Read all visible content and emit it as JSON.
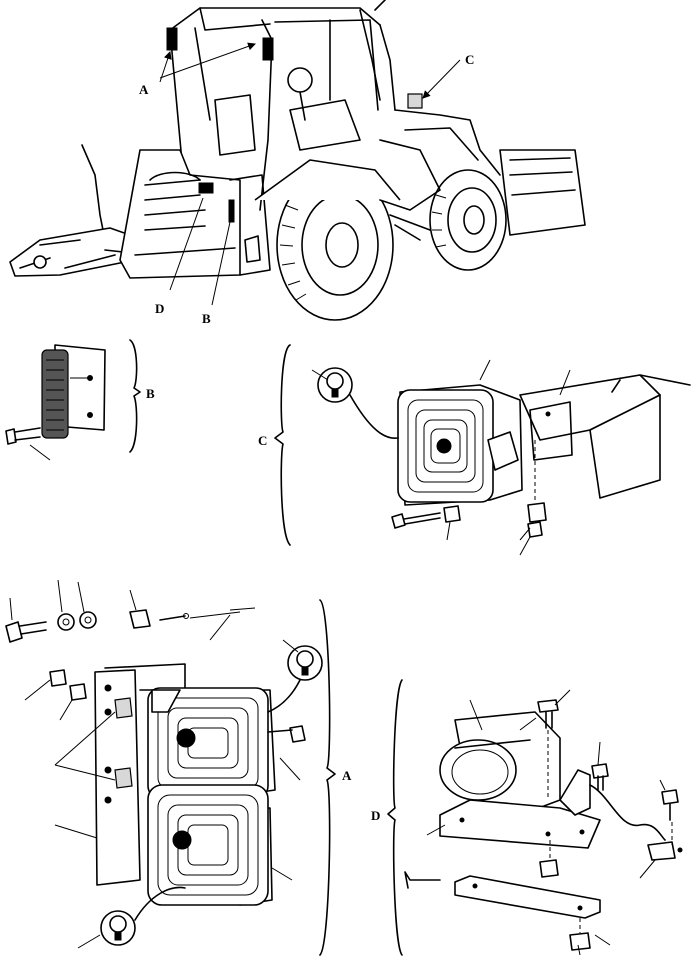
{
  "callouts": {
    "A": "A",
    "B": "B",
    "C": "C",
    "D": "D"
  },
  "panels": {
    "overview": {
      "callouts": [
        "A",
        "B",
        "C",
        "D"
      ]
    },
    "detail_b": {
      "label": "B"
    },
    "detail_c": {
      "label": "C"
    },
    "detail_a": {
      "label": "A"
    },
    "detail_d": {
      "label": "D"
    }
  }
}
